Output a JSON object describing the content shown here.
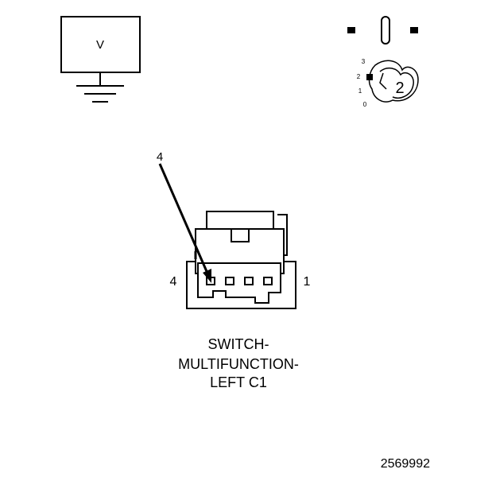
{
  "voltmeter": {
    "label": "V"
  },
  "ignition": {
    "positions": [
      "3",
      "2",
      "1",
      "0"
    ],
    "selected": "2"
  },
  "connector": {
    "pin_callout": "4",
    "left_pin": "4",
    "right_pin": "1",
    "title_lines": [
      "SWITCH-",
      "MULTIFUNCTION-",
      "LEFT C1"
    ]
  },
  "figure_id": "2569992",
  "colors": {
    "line": "#000000",
    "background": "#ffffff"
  }
}
